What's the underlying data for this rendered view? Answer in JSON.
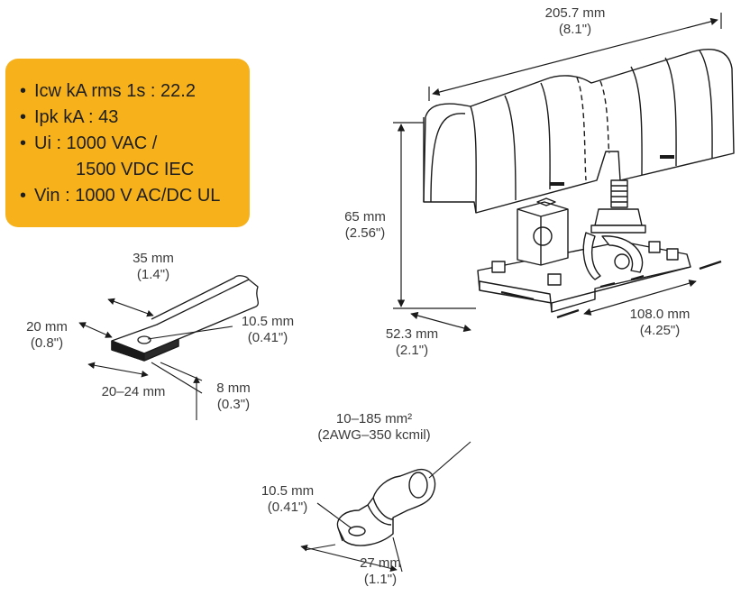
{
  "specs": {
    "items": [
      "Icw kA rms 1s : 22.2",
      "Ipk kA : 43",
      "Ui : 1000 VAC /",
      "1500 VDC IEC",
      "Vin : 1000 V AC/DC UL"
    ]
  },
  "holder": {
    "length_mm": "205.7 mm",
    "length_in": "(8.1\")",
    "height_mm": "65 mm",
    "height_in": "(2.56\")",
    "depth_mm": "52.3 mm",
    "depth_in": "(2.1\")",
    "base_mm": "108.0 mm",
    "base_in": "(4.25\")"
  },
  "busbar": {
    "length_mm": "35 mm",
    "length_in": "(1.4\")",
    "width_mm": "20 mm",
    "width_in": "(0.8\")",
    "hole_mm": "10.5 mm",
    "hole_in": "(0.41\")",
    "range": "20–24 mm",
    "thick_mm": "8 mm",
    "thick_in": "(0.3\")"
  },
  "lug": {
    "cable_mm": "10–185 mm²",
    "cable_awg": "(2AWG–350 kcmil)",
    "hole_mm": "10.5 mm",
    "hole_in": "(0.41\")",
    "width_mm": "27 mm",
    "width_in": "(1.1\")"
  },
  "colors": {
    "accent": "#f7b21b",
    "line": "#1a1a1a",
    "text": "#3a3a3a"
  }
}
